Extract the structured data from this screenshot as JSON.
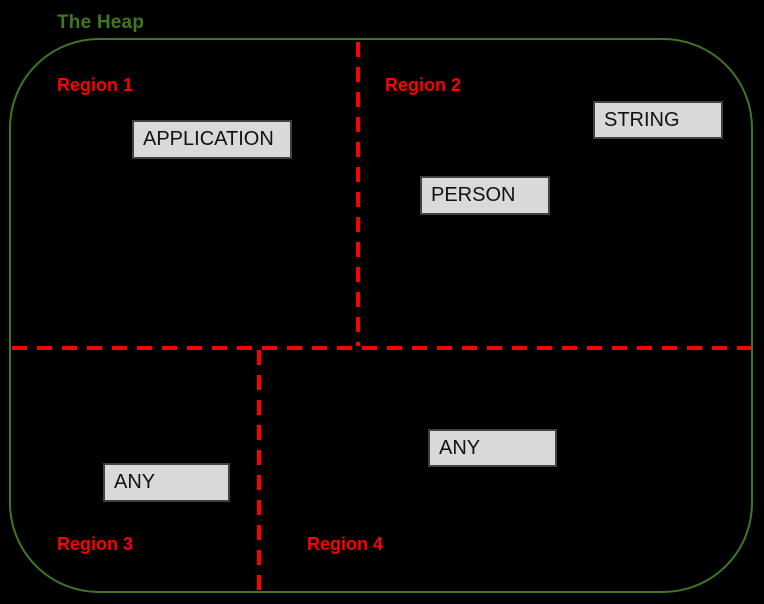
{
  "diagram": {
    "title": "The Heap",
    "colors": {
      "background": "#000000",
      "heap_green": "#3c7a21",
      "divider_red": "#ff0000",
      "label_red": "#ff0000",
      "box_fill": "#d9d9d9",
      "box_border": "#424242",
      "box_text": "#111111"
    },
    "regions": [
      {
        "label": "Region 1",
        "boxes": [
          "APPLICATION"
        ]
      },
      {
        "label": "Region 2",
        "boxes": [
          "PERSON",
          "STRING"
        ]
      },
      {
        "label": "Region 3",
        "boxes": [
          "ANY"
        ]
      },
      {
        "label": "Region 4",
        "boxes": [
          "ANY"
        ]
      }
    ]
  }
}
